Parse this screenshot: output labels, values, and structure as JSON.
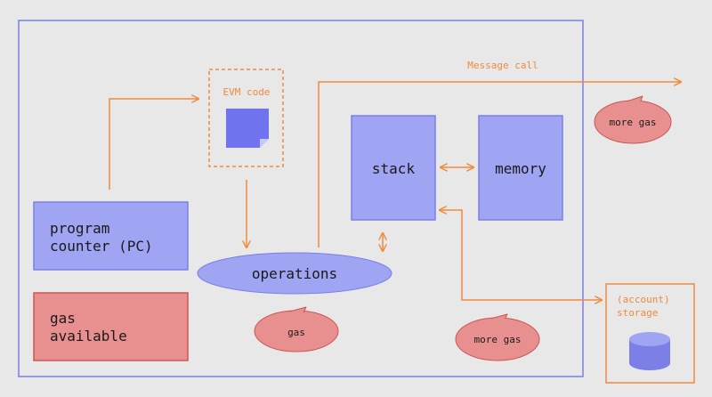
{
  "colors": {
    "background": "#e8e8e8",
    "frame": "#7b7fe6",
    "box_fill": "#9fa4f3",
    "box_stroke": "#7b7fe6",
    "arrow": "#f08a3c",
    "gas_fill": "#e89090",
    "gas_stroke": "#cc5555",
    "doc_fill": "#6f74ee",
    "text": "#1a1a1a"
  },
  "evm_code": {
    "label": "EVM code",
    "icon": "document-icon"
  },
  "program_counter": {
    "line1": "program",
    "line2": "counter (PC)"
  },
  "gas_available": {
    "line1": "gas",
    "line2": "available"
  },
  "operations": {
    "label": "operations"
  },
  "stack": {
    "label": "stack"
  },
  "memory": {
    "label": "memory"
  },
  "message_call": {
    "label": "Message call"
  },
  "gas_bubbles": {
    "operations_gas": "gas",
    "message_call_gas": "more gas",
    "storage_gas": "more gas"
  },
  "storage": {
    "line1": "(account)",
    "line2": "storage",
    "icon": "database-icon"
  }
}
